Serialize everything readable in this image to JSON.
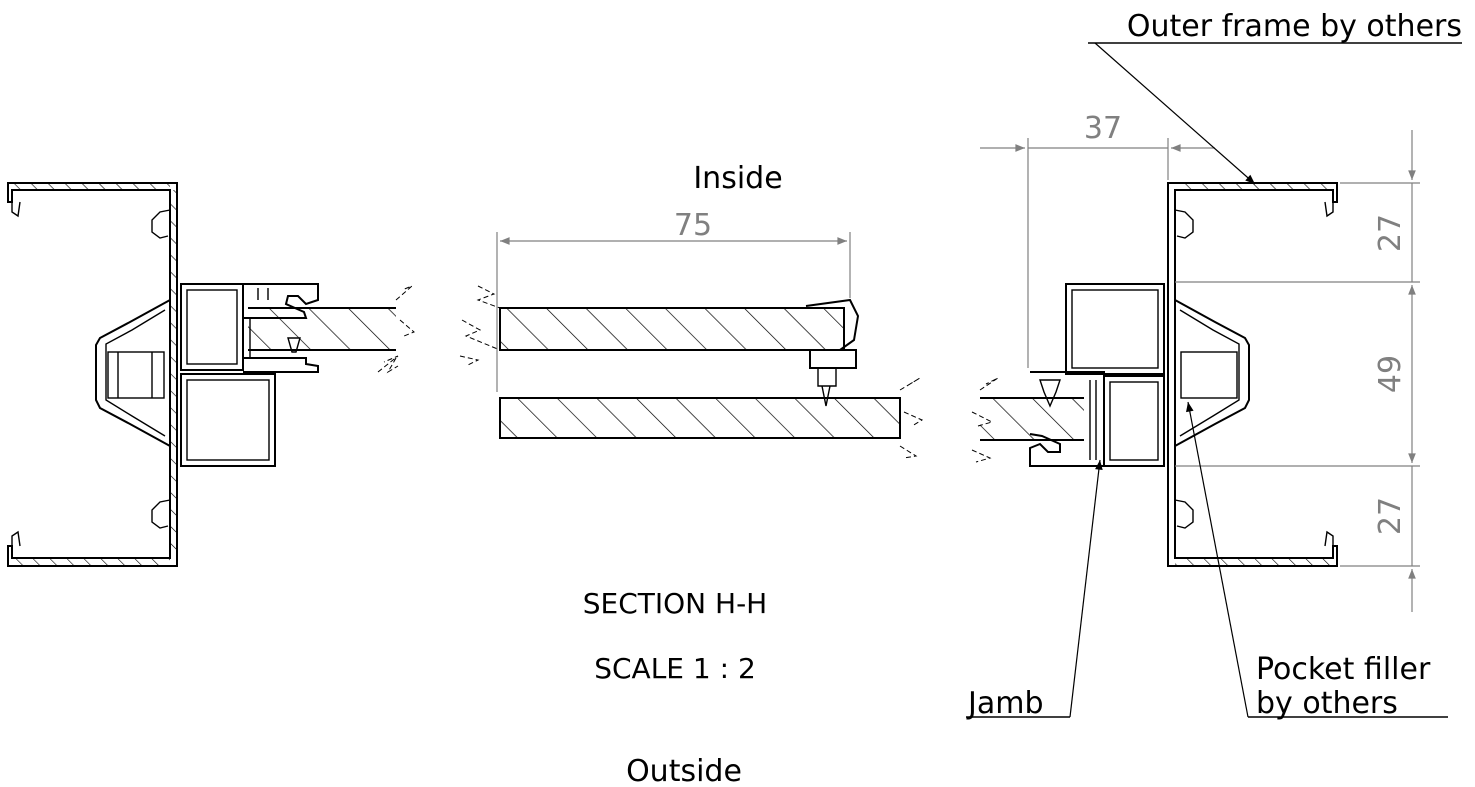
{
  "labels": {
    "outer_frame": "Outer frame by others",
    "inside": "Inside",
    "outside": "Outside",
    "section": "SECTION H-H",
    "scale": "SCALE 1 : 2",
    "jamb": "Jamb",
    "pocket_filler_line1": "Pocket filler",
    "pocket_filler_line2": "by others"
  },
  "dimensions": {
    "glass_width": "75",
    "jamb_depth": "37",
    "top_flange": "27",
    "center": "49",
    "bottom_flange": "27"
  },
  "colors": {
    "line": "#000000",
    "dimension": "#808080",
    "background": "#ffffff"
  }
}
